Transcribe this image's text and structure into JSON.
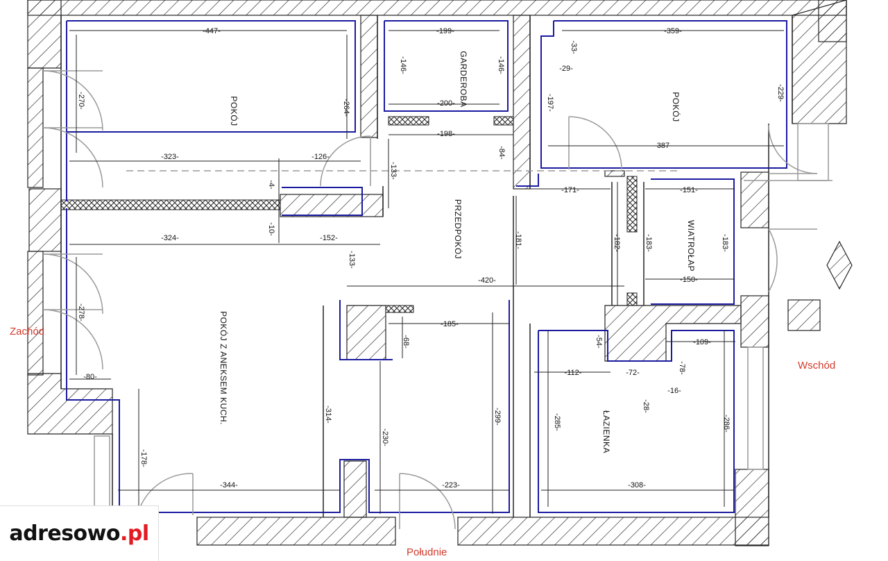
{
  "rooms": {
    "pokoj_west": "POKÓJ",
    "garderoba": "GARDEROBA",
    "pokoj_east": "POKÓJ",
    "przedpokoj": "PRZEDPOKÓJ",
    "wiatrolap": "WIATROŁAP",
    "pokoj_aneks": "POKÓJ Z ANEKSEM KUCH.",
    "lazienka": "ŁAZIENKA"
  },
  "dimensions": {
    "d447": "-447-",
    "d199": "-199-",
    "d359": "-359-",
    "d33": "-33-",
    "d29": "-29-",
    "d270": "-270-",
    "d264": "-264-",
    "d146a": "-146-",
    "d146b": "-146-",
    "d200": "-200-",
    "d197": "-197-",
    "d229": "-229-",
    "d198": "-198-",
    "d387": "-387-",
    "d84": "-84-",
    "d323": "-323-",
    "d126": "-126-",
    "d133a": "-133-",
    "d4": "-4-",
    "d171": "-171-",
    "d151": "-151-",
    "d10": "-10-",
    "d324": "-324-",
    "d152": "-152-",
    "d181": "-181-",
    "d182": "-182-",
    "d183a": "-183-",
    "d183b": "-183-",
    "d133b": "-133-",
    "d420": "-420-",
    "d150": "-150-",
    "d278": "-278-",
    "d185": "-185-",
    "d68": "-68-",
    "d54": "-54-",
    "d109": "-109-",
    "d80": "-80-",
    "d112": "-112-",
    "d72": "-72-",
    "d78": "-78-",
    "d16": "-16-",
    "d28": "-28-",
    "d314": "-314-",
    "d230": "-230-",
    "d299": "-299-",
    "d285": "-285-",
    "d286": "-286-",
    "d178": "-178-",
    "d344": "-344-",
    "d223": "-223-",
    "d308": "-308-"
  },
  "compass": {
    "west": "Zachód",
    "east": "Wschód",
    "south": "Południe"
  },
  "logo": {
    "main": "adresowo",
    "dot_pl": ".pl"
  },
  "colors": {
    "wall_hatch": "#222222",
    "inner_outline": "#1a1aa0",
    "compass_text": "#d23a2a",
    "logo_accent": "#e21b23"
  }
}
